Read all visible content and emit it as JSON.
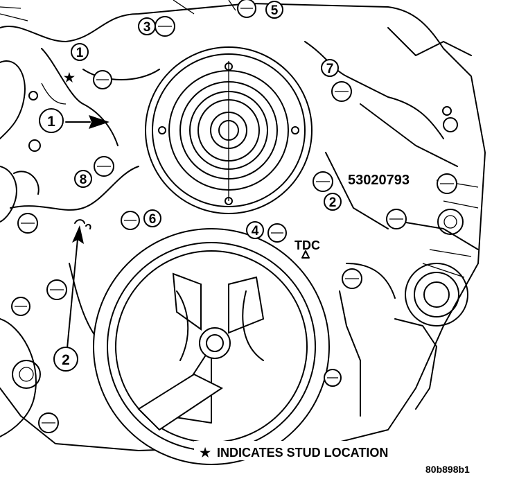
{
  "callouts": {
    "bolt_1": "1",
    "bolt_2": "2",
    "bolt_3": "3",
    "bolt_4": "4",
    "bolt_5": "5",
    "bolt_6": "6",
    "bolt_7": "7",
    "bolt_8": "8",
    "item_1": "1",
    "item_2": "2"
  },
  "labels": {
    "part_number": "53020793",
    "tdc": "TDC",
    "legend_star": "★",
    "legend_text": "INDICATES STUD LOCATION",
    "figure_id": "80b898b1"
  }
}
